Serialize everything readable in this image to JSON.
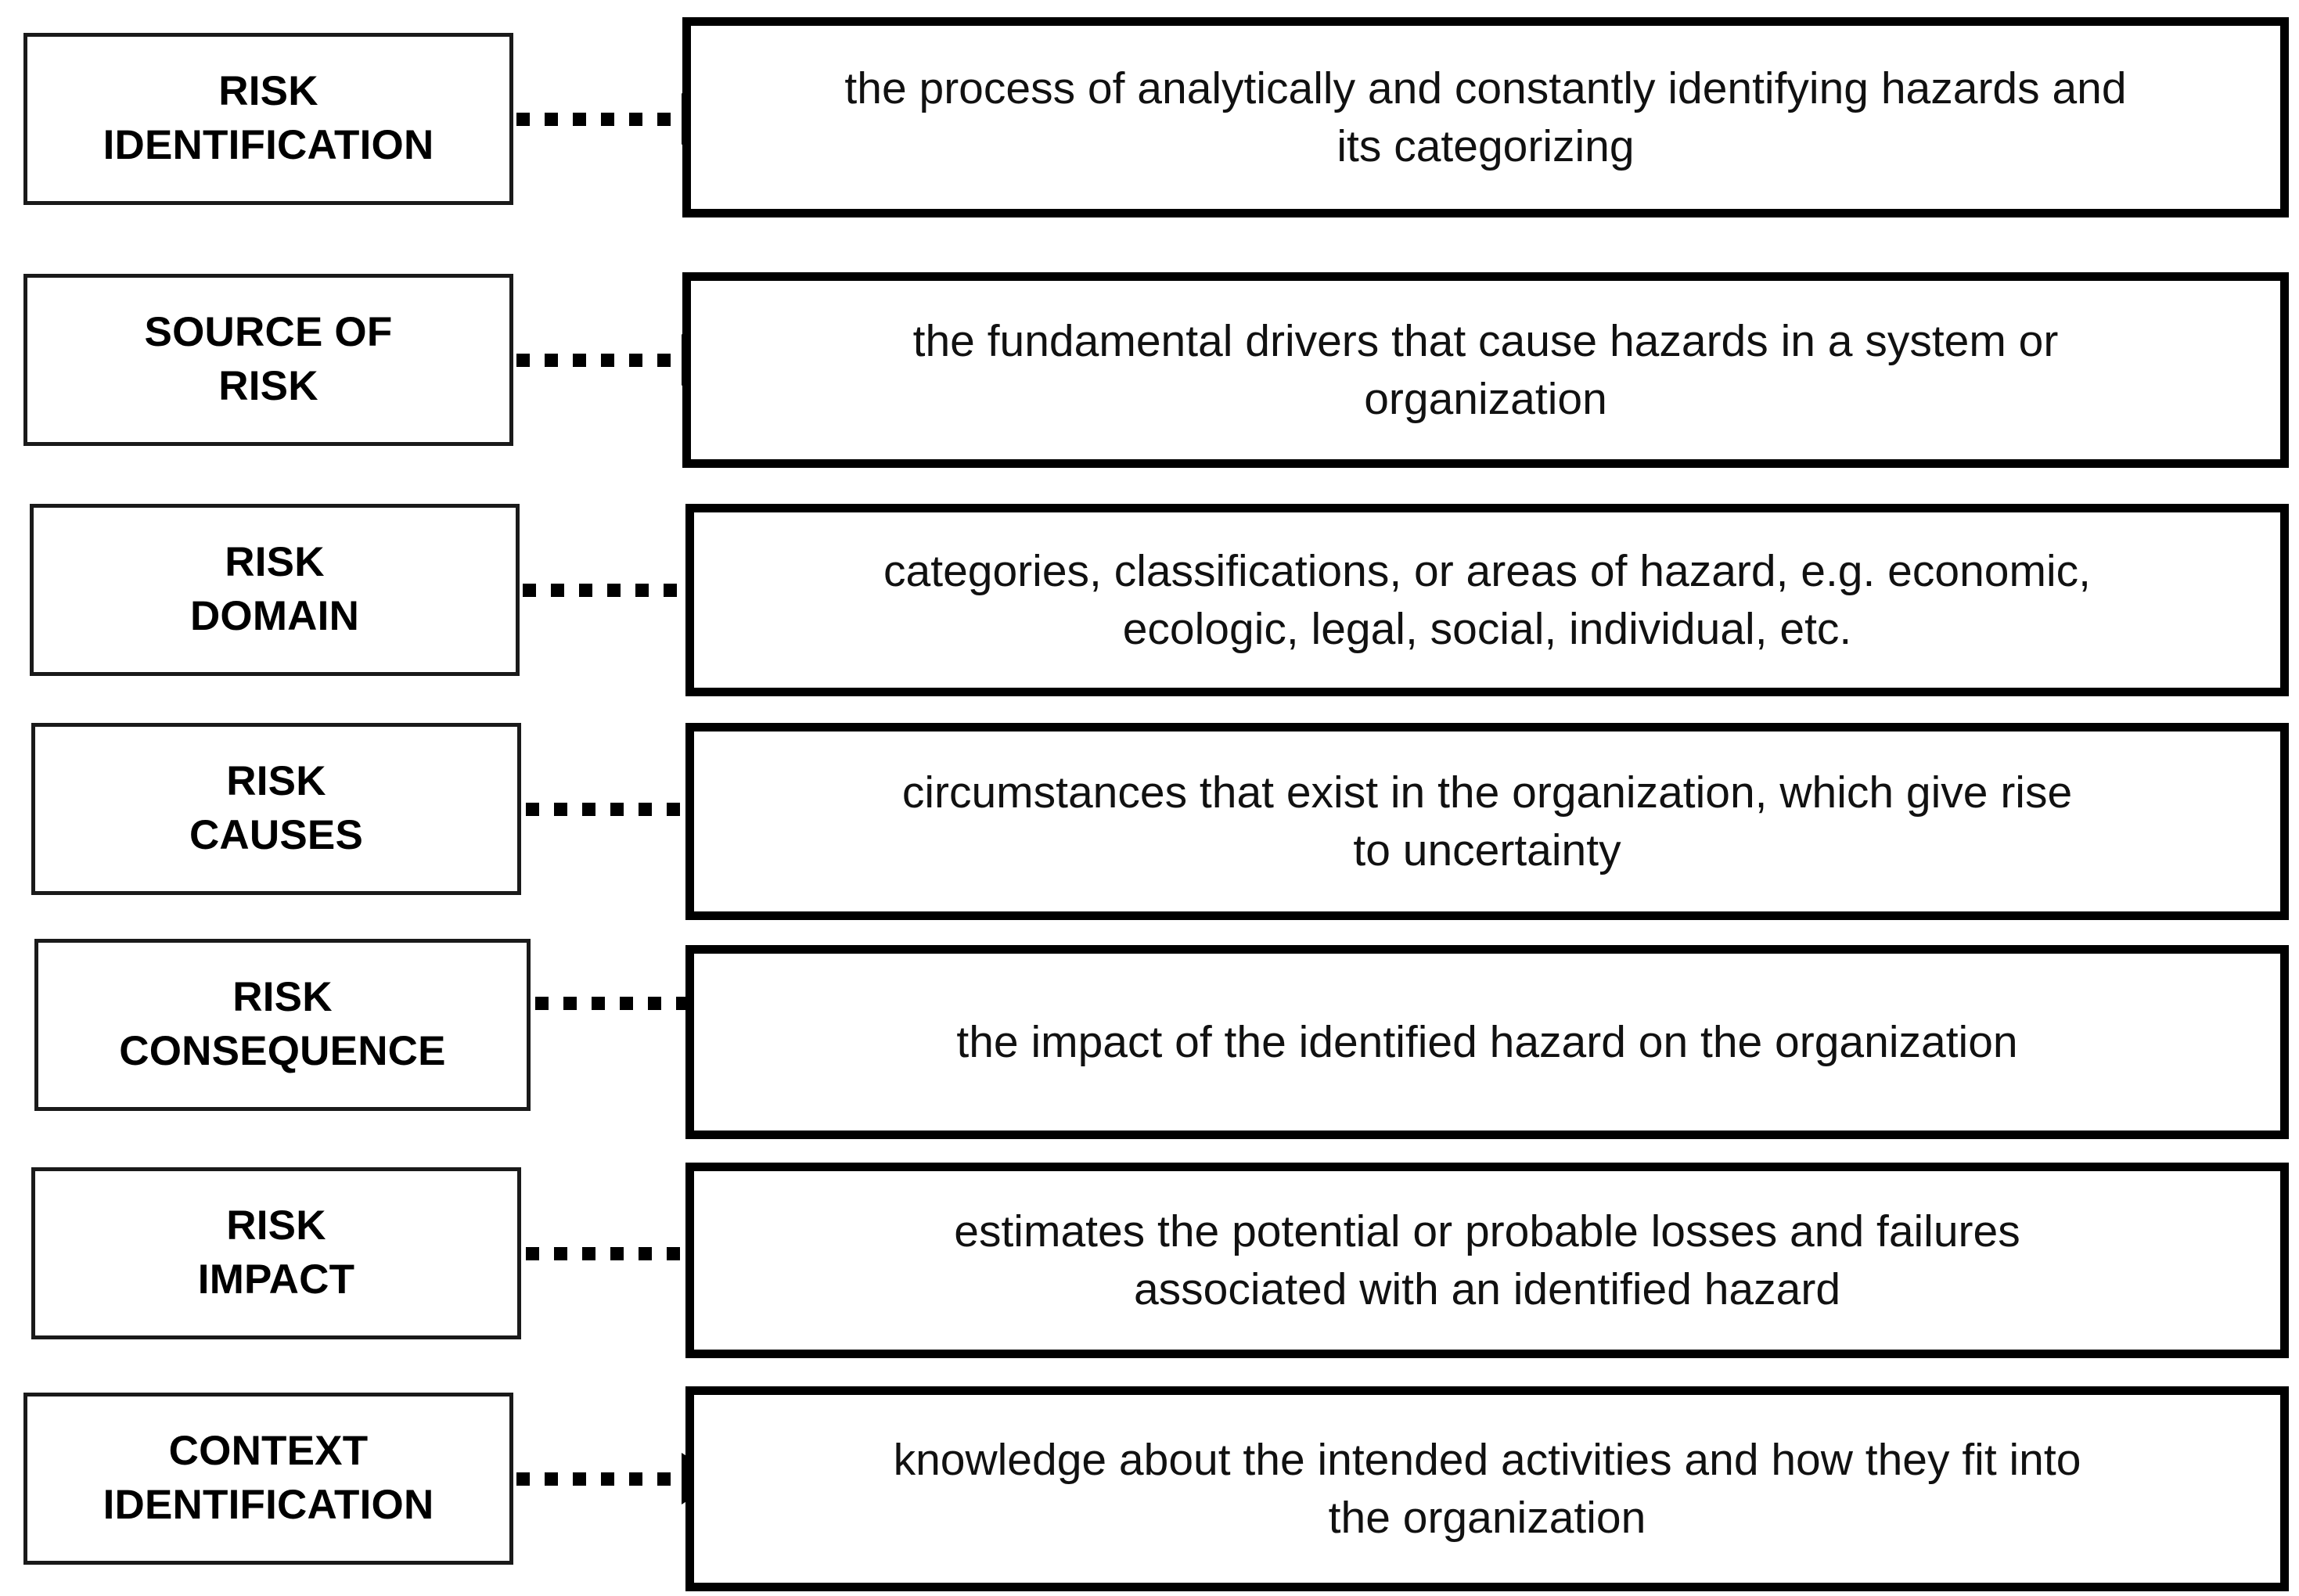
{
  "diagram": {
    "title": "Risk terminology definitions",
    "type": "term-definition-mapping",
    "arrow_style": "dotted-with-solid-arrowhead",
    "colors": {
      "text": "#000000",
      "label_border": "#1a1a1a",
      "desc_border": "#000000",
      "background": "#ffffff"
    },
    "rows": [
      {
        "term": "RISK\nIDENTIFICATION",
        "definition": "the process of analytically and constantly identifying hazards and\nits categorizing"
      },
      {
        "term": "SOURCE OF\nRISK",
        "definition": "the fundamental drivers that cause hazards in a system or\norganization"
      },
      {
        "term": "RISK\nDOMAIN",
        "definition": "categories, classifications, or areas of hazard, e.g. economic,\necologic, legal, social, individual, etc."
      },
      {
        "term": "RISK\nCAUSES",
        "definition": "circumstances  that exist in the organization, which give rise\nto uncertainty"
      },
      {
        "term": "RISK\nCONSEQUENCE",
        "definition": "the impact of the identified hazard on the organization"
      },
      {
        "term": "RISK\nIMPACT",
        "definition": "estimates the potential or probable losses and failures\nassociated with an identified hazard"
      },
      {
        "term": "CONTEXT\nIDENTIFICATION",
        "definition": "knowledge about the intended activities and how they fit into\nthe organization"
      }
    ]
  }
}
